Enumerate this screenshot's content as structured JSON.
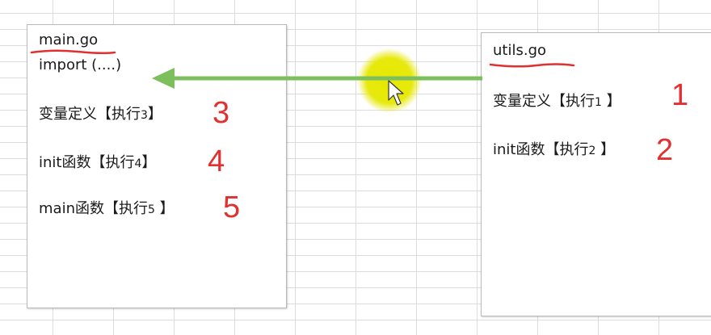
{
  "main_file": {
    "title": "main.go",
    "import_line": "import (....)",
    "rows": [
      {
        "label": "变量定义【执行",
        "step": "3",
        "end": "】",
        "number": "3"
      },
      {
        "label": "init函数【执行",
        "step": "4",
        "end": "】",
        "number": "4"
      },
      {
        "label": "main函数【执行",
        "step": "5",
        "end": " 】",
        "number": "5"
      }
    ]
  },
  "utils_file": {
    "title": "utils.go",
    "rows": [
      {
        "label": "变量定义【执行",
        "step": "1",
        "end": " 】",
        "number": "1"
      },
      {
        "label": "init函数【执行",
        "step": "2",
        "end": " 】",
        "number": "2"
      }
    ]
  },
  "colors": {
    "arrow": "#7cbf5c",
    "annotation": "#e03030",
    "highlight": "#e6e800"
  }
}
